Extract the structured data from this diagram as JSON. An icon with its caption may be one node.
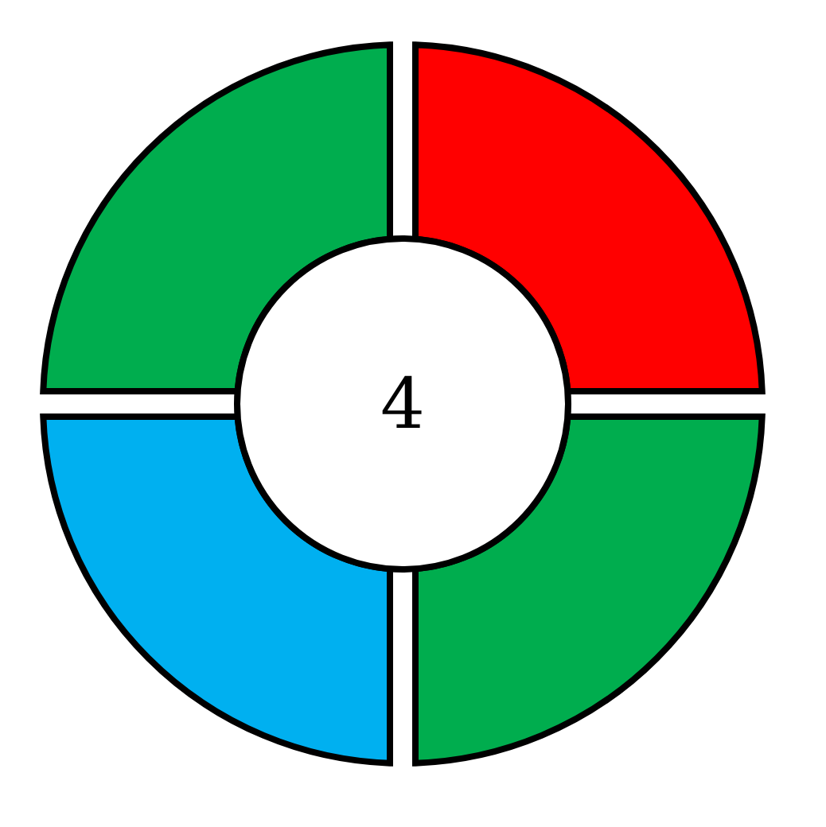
{
  "diagram": {
    "nodes": [
      {
        "text": [],
        "shape": "sector"
      },
      {
        "text": [],
        "shape": "sector"
      },
      {
        "text": [],
        "shape": "sector"
      },
      {
        "text": [],
        "shape": "sector"
      },
      {
        "text": [
          "4"
        ]
      }
    ]
  }
}
